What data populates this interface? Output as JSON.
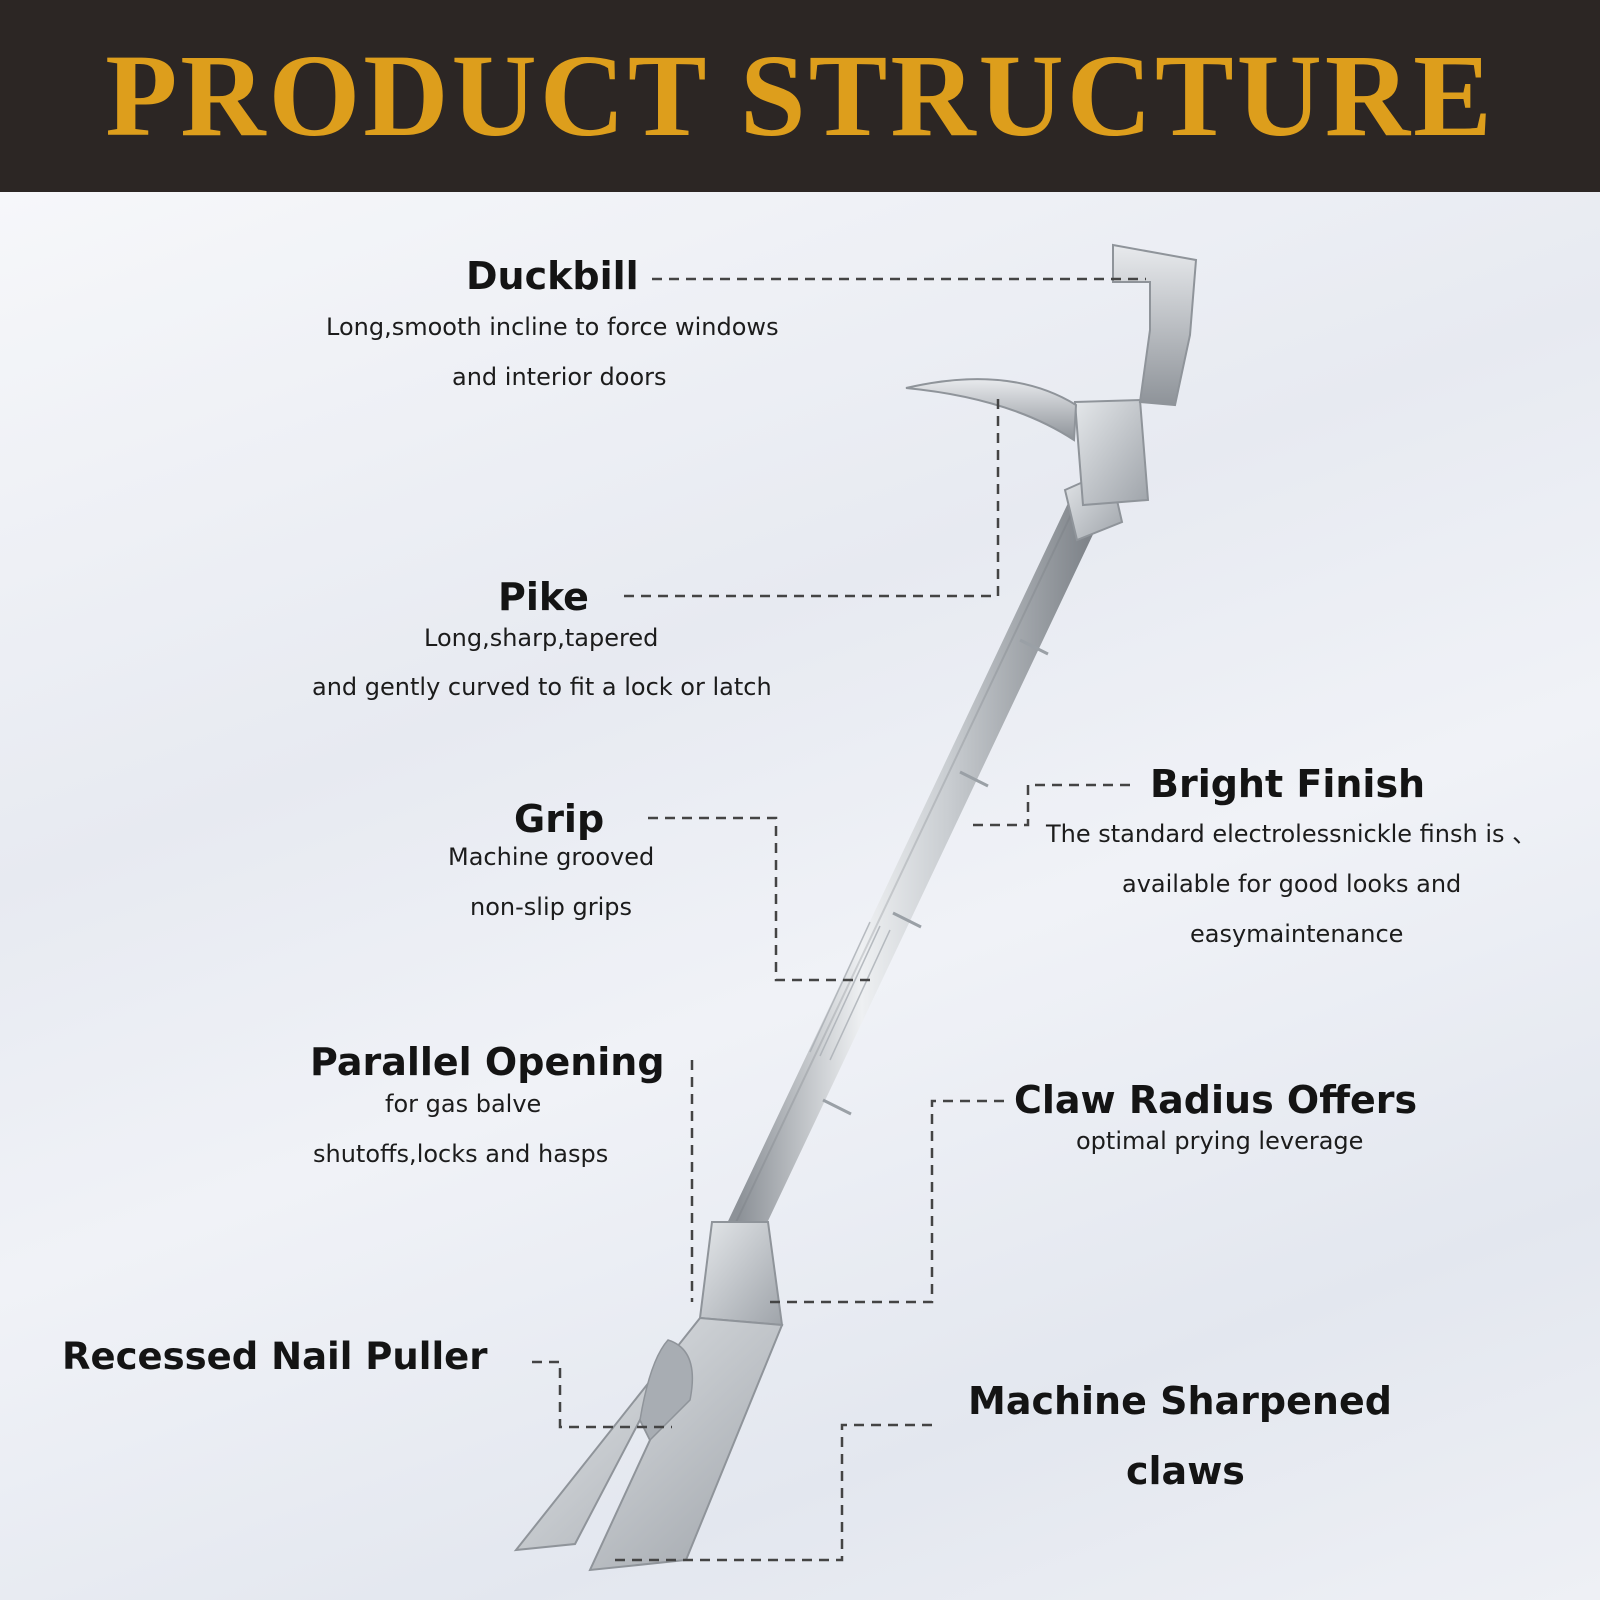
{
  "banner": {
    "title": "PRODUCT STRUCTURE"
  },
  "parts": [
    {
      "name": "Duckbill",
      "lines": [
        "Long,smooth incline to force windows",
        "and interior doors"
      ]
    },
    {
      "name": "Pike",
      "lines": [
        "Long,sharp,tapered",
        "and gently curved to fit a lock or latch"
      ]
    },
    {
      "name": "Grip",
      "lines": [
        "Machine grooved",
        "non-slip grips"
      ]
    },
    {
      "name": "Parallel Opening",
      "lines": [
        "for gas balve",
        "shutoffs,locks and hasps"
      ]
    },
    {
      "name": "Recessed Nail Puller",
      "lines": []
    },
    {
      "name": "Bright Finish",
      "lines": [
        "The standard electrolessnickle finsh is 、",
        "available for good looks and",
        "easymaintenance"
      ]
    },
    {
      "name": "Claw Radius Offers",
      "lines": [
        "optimal prying leverage"
      ]
    },
    {
      "name": "Machine Sharpened",
      "lines": [
        "claws"
      ]
    }
  ],
  "colors": {
    "banner_bg": "#2c2624",
    "banner_text": "#dd9e1c",
    "tool_metal": "#c3c7cc",
    "leader_line": "#444444"
  }
}
